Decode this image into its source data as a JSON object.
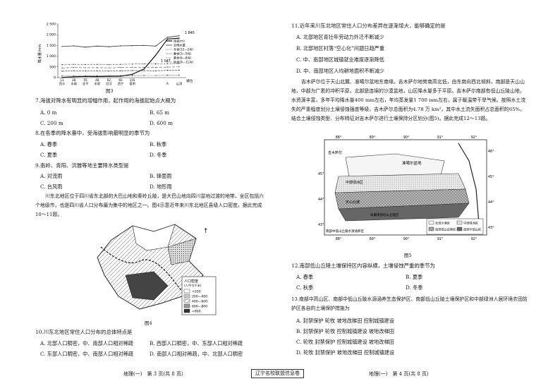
{
  "left": {
    "chart": {
      "title": "图3",
      "ylabel": "降水量/mm",
      "yticks": [
        "2 500",
        "2 000",
        "1 500",
        "1 000",
        "500",
        "0"
      ],
      "legend": [
        "海拔(m)",
        "总降水量",
        "冬季(12—2月)",
        "春季(3—5月)",
        "夏季(6—8月)",
        "秋季(9—11月)"
      ],
      "xcategories": [
        "11",
        "38",
        "55",
        "48",
        "62",
        "65",
        "155",
        "",
        "",
        "",
        ""
      ],
      "stations": [
        "西沙",
        "永福",
        "金平",
        "永恩",
        "红河",
        "西宁",
        "昆明",
        "",
        "",
        "A",
        "山顶"
      ],
      "annotations": {
        "peak": "1 840",
        "mid": "1 047",
        "ax_end": "坡位"
      }
    },
    "chart_data": {
      "type": "line",
      "ylabel": "降水量/mm",
      "ylim": [
        0,
        2500
      ],
      "x": [
        1,
        2,
        3,
        4,
        5,
        6,
        7,
        8,
        9,
        10,
        11
      ],
      "series": [
        {
          "name": "海拔(m)",
          "values": [
            11,
            38,
            55,
            48,
            62,
            65,
            155,
            400,
            1047,
            1800,
            1840
          ]
        },
        {
          "name": "总降水量",
          "values": [
            1450,
            1480,
            1420,
            1470,
            1440,
            1480,
            1490,
            1500,
            1470,
            1880,
            1950
          ]
        },
        {
          "name": "冬季(12—2月)",
          "values": [
            80,
            90,
            85,
            90,
            88,
            92,
            95,
            100,
            98,
            110,
            120
          ]
        },
        {
          "name": "春季(3—5月)",
          "values": [
            300,
            320,
            310,
            315,
            305,
            320,
            330,
            325,
            320,
            340,
            350
          ]
        },
        {
          "name": "夏季(6—8月)",
          "values": [
            600,
            620,
            610,
            615,
            605,
            620,
            630,
            640,
            635,
            650,
            660
          ]
        },
        {
          "name": "秋季(9—11月)",
          "values": [
            450,
            470,
            460,
            465,
            455,
            470,
            480,
            475,
            470,
            490,
            500
          ]
        }
      ]
    },
    "fig3_caption": "图3",
    "q7": {
      "stem": "7.海拔对降水有明显的增幅作用，起作用的海拔起始点大概为",
      "A": "A. 0 m",
      "B": "B. 65 m",
      "C": "C. 200 m",
      "D": "D. 600 m"
    },
    "q8": {
      "stem": "8.在各季的降水量中，受海拔影响最明显的季节为",
      "A": "A. 春季",
      "B": "B. 秋季",
      "C": "C. 夏季",
      "D": "D. 冬季"
    },
    "q9": {
      "stem": "9.南岭、青阳、洪雅等地主要降水类型是",
      "A": "A. 对流雨",
      "B": "B. 锋面雨",
      "C": "C. 台风雨",
      "D": "D. 地形雨"
    },
    "intro": "川东北地区位于四川省东北部的大巴山地和秦岭丘陵，是大巴山地向四川盆地过渡的地带，全区包括六个地级市，也是四川省人口分布最为集中的地区之一。图4示意近年来川东北地区县级人口密度。据此完成10～11题。",
    "map_legend": {
      "title": "人口密度",
      "unit": "(人/平方千米)",
      "items": [
        "<200",
        "200—400",
        "400—600",
        "600—800",
        ">800"
      ]
    },
    "fig4_caption": "图4",
    "q10": {
      "stem": "10.川东北地区常住人口分布的总体特点是",
      "A": "A. 北部人口稠密，中、南部人口相对稀疏",
      "B": "B. 西部人口稠密，中、东部人口相对稀疏",
      "C": "C. 东部人口稠密，中、南部人口相对稀疏",
      "D": "D. 南部人口相对稀疏，中、北部人口稠密"
    },
    "footer": "地理(一)　第 3 页(共 8 页)"
  },
  "center_badge": "辽宁名校联盟信息卷",
  "right": {
    "q11": {
      "stem": "11.近年来川东北地区常住人口分布差异在逐渐增大，能够确定的是",
      "A": "A. 北部地区青壮年劳动力外迁不断减少",
      "B": "B. 北部地区村落“空心化”问题日趋严重",
      "C": "C. 中、南部地区城镇就业难度逐渐降低",
      "D": "D. 中、南部地区人均耕地面积不断减少"
    },
    "intro": "吉木萨尔位于天山北麓、准噶尔盆地东南缘。吉木萨尔地势南高北低，由东南向西北倾斜，南部是天山山地，中部为广袤的冲积平原，北部是连绵的沙漠盆地，山区降水量多于平原。吉木萨尔南部有低山丘陵山地，水资源丰富，多年平均降水量400 mm左右，年均蒸发量1 700 mm左右，属于暖温带干旱气候。按照水土流失的严重程度划分土壤侵蚀强度等级，吉木萨尔总面积为4.78 万 km²，其中水土流失面积占总面积的65%，结合土壤侵蚀类型、分布特征对吉木萨尔进行土壤保持分区划分(图5)。据此完成12～13题。",
    "map": {
      "lon_top": [
        "88°",
        "89°",
        "90°",
        "91°",
        "92°"
      ],
      "lon_bot": [
        "88°",
        "89°",
        "90°",
        "91°",
        "92°"
      ],
      "lat_right": [
        "46°",
        "45°",
        "44°",
        "43°"
      ],
      "lat_left": [
        "45°",
        "44°",
        "43°"
      ],
      "labels": {
        "north": "准噶尔盆地",
        "region": "吉木萨尔",
        "mid": "中部绿洲区",
        "south": "天山北坡",
        "lake": "阜康南部低山丘陵区",
        "sw": "南部中低山丘陵水源涵养区"
      },
      "legend": [
        "北部沙漠区",
        "中部绿洲区",
        "南部低山丘陵区",
        "南部中低山区"
      ]
    },
    "fig5_caption": "图5",
    "q12": {
      "stem": "12.南部低山丘陵土壤保持区内容纵横，土壤侵蚀严重的季节为",
      "A": "A. 春季",
      "B": "B. 夏季",
      "C": "C. 秋季",
      "D": "D. 冬季"
    },
    "q13": {
      "stem": "13.南部中高山区、南部中低山丘陵水源涵养生态保护区、南部低山丘陵土壤保护区和中部绿洲人居环境农田防护区各自的土壤保护措施为",
      "A": "A. 封禁保护 轮牧 坡地改梯田 控制城镇建设",
      "B": "B. 封禁保护 轮牧 控制城镇建设 坡地改梯田",
      "C": "C. 轮牧 封禁保护 控制城镇建设 坡地改梯田",
      "D": "D. 轮牧 封禁保护 坡地改梯田 控制城镇建设"
    },
    "footer": "地理(一)　第 4 页(共 8 页)"
  }
}
